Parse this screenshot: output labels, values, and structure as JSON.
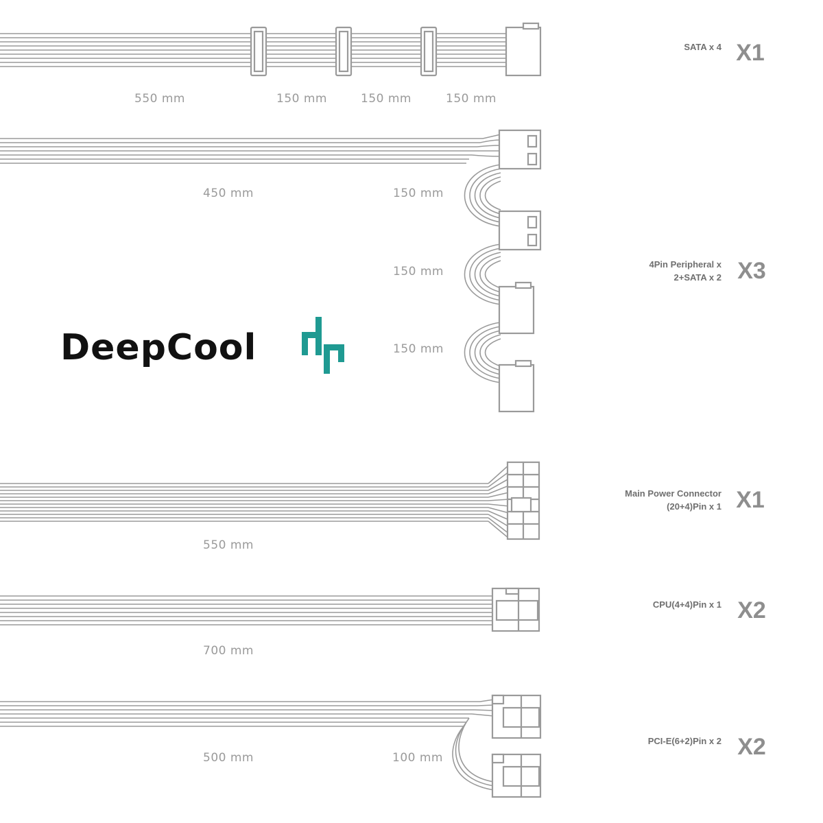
{
  "brand": {
    "name": "DeepCool",
    "logo_color": "#1f9a92",
    "text_color": "#111111"
  },
  "cables": [
    {
      "id": "sata",
      "lengths": [
        "550 mm",
        "150 mm",
        "150 mm",
        "150 mm"
      ],
      "description": [
        "SATA x 4"
      ],
      "quantity": "X1"
    },
    {
      "id": "peripheral",
      "lengths": [
        "450 mm",
        "150 mm",
        "150 mm",
        "150 mm"
      ],
      "description": [
        "4Pin Peripheral x",
        "2+SATA x 2"
      ],
      "quantity": "X3"
    },
    {
      "id": "main-power",
      "lengths": [
        "550 mm"
      ],
      "description": [
        "Main Power Connector",
        "(20+4)Pin x 1"
      ],
      "quantity": "X1"
    },
    {
      "id": "cpu",
      "lengths": [
        "700 mm"
      ],
      "description": [
        "CPU(4+4)Pin x 1"
      ],
      "quantity": "X2"
    },
    {
      "id": "pcie",
      "lengths": [
        "500 mm",
        "100 mm"
      ],
      "description": [
        "PCI-E(6+2)Pin x 2"
      ],
      "quantity": "X2"
    }
  ],
  "colors": {
    "wire": "#9a9a9a",
    "length_text": "#9a9a9a",
    "qty_text": "#8e8e8e"
  }
}
